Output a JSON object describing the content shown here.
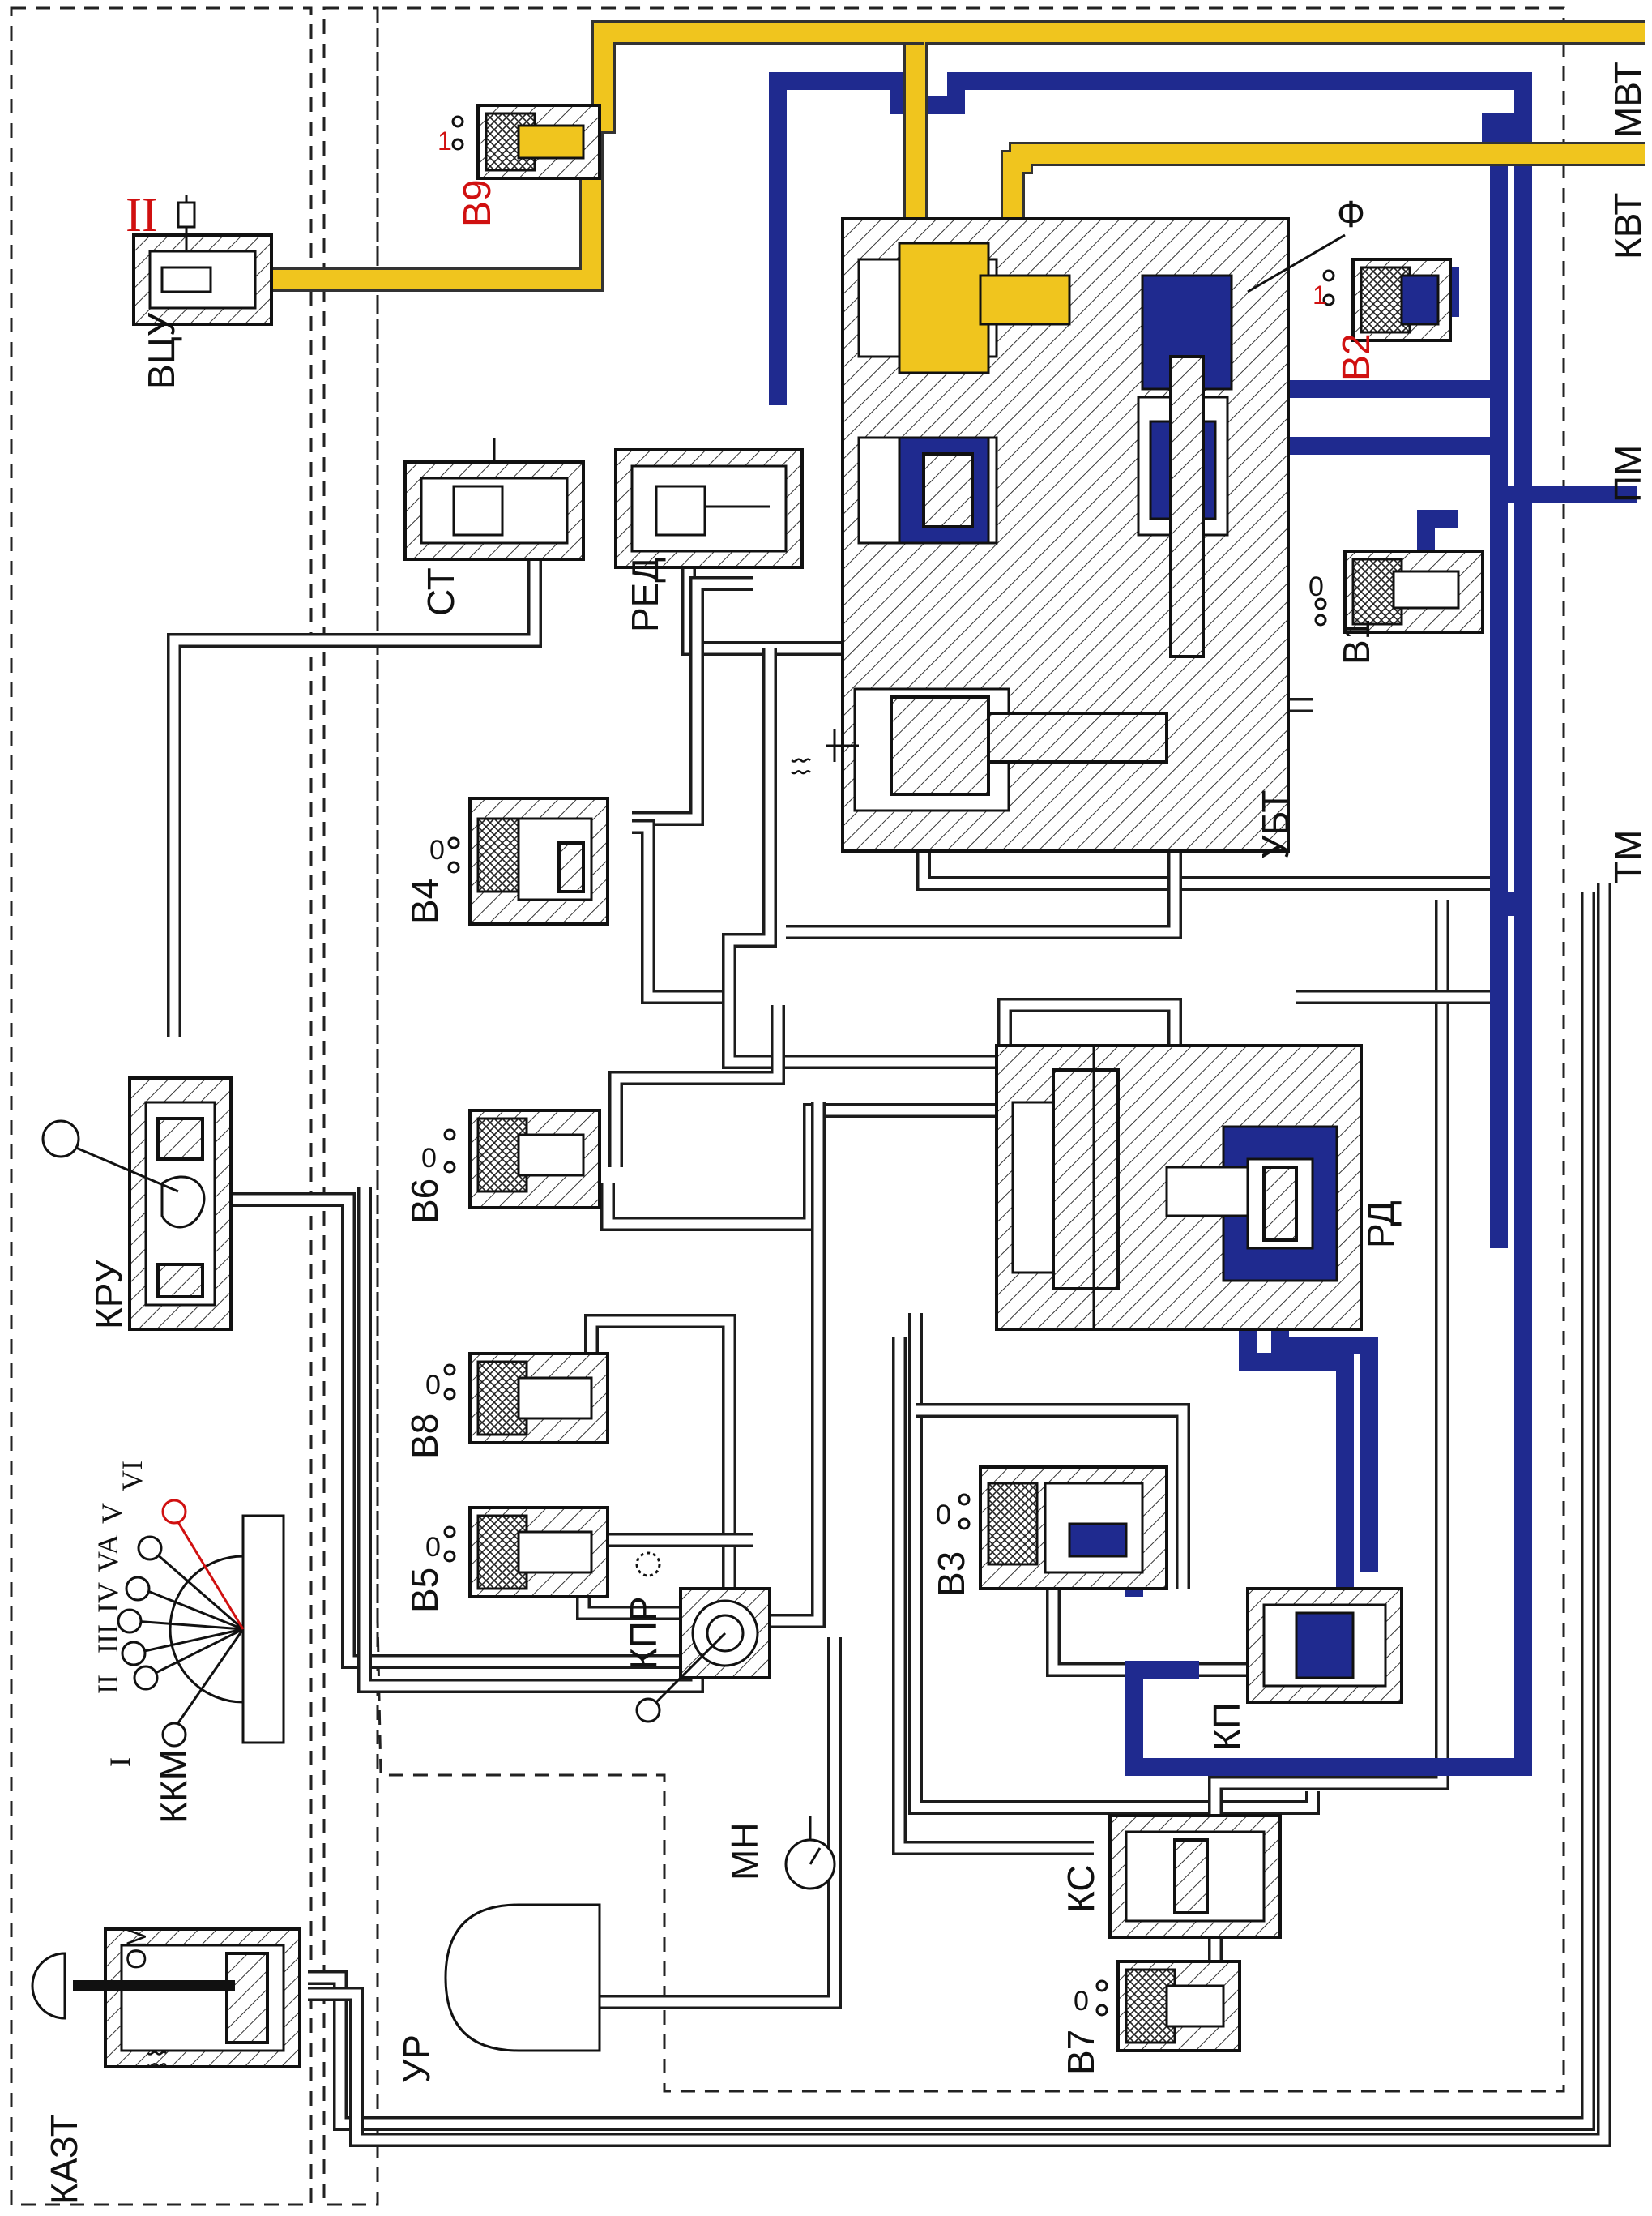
{
  "colors": {
    "supply_main_line": "#1f2a8f",
    "brake_cylinder_line": "#f0c51e",
    "signal_red": "#d01010",
    "outline": "#1c1c1c"
  },
  "external_lines": {
    "mvt": "МВТ",
    "kvt": "КВТ",
    "pm": "ПМ",
    "tm": "ТМ"
  },
  "components": {
    "vtsu": "ВЦУ",
    "vtsu_position": "II",
    "v9": "В9",
    "v9_mark": "1",
    "v2": "В2",
    "v2_mark": "1",
    "f_label": "Ф",
    "st": "СТ",
    "red": "РЕД",
    "v1": "В1",
    "v1_mark": "0",
    "ubt": "УБТ",
    "v4": "В4",
    "v4_mark": "0",
    "kru": "КРУ",
    "v6": "В6",
    "v6_mark": "0",
    "rd": "РД",
    "v8": "В8",
    "v8_mark": "0",
    "v5": "В5",
    "v5_mark": "0",
    "v3": "В3",
    "v3_mark": "0",
    "kp": "КП",
    "kpr": "КПР",
    "kkm": "ККМ",
    "mn": "МН",
    "ur": "УР",
    "ks": "КС",
    "v7": "В7",
    "v7_mark": "0",
    "kazt": "КАЗТ",
    "om": "ОМ"
  },
  "controller_positions": [
    "I",
    "II",
    "III",
    "IV",
    "VA",
    "V",
    "VI"
  ],
  "icons": {
    "spring": "spring-icon",
    "manometer": "gauge-icon",
    "handle": "lever-handle-icon",
    "solenoid": "solenoid-coil-icon"
  }
}
